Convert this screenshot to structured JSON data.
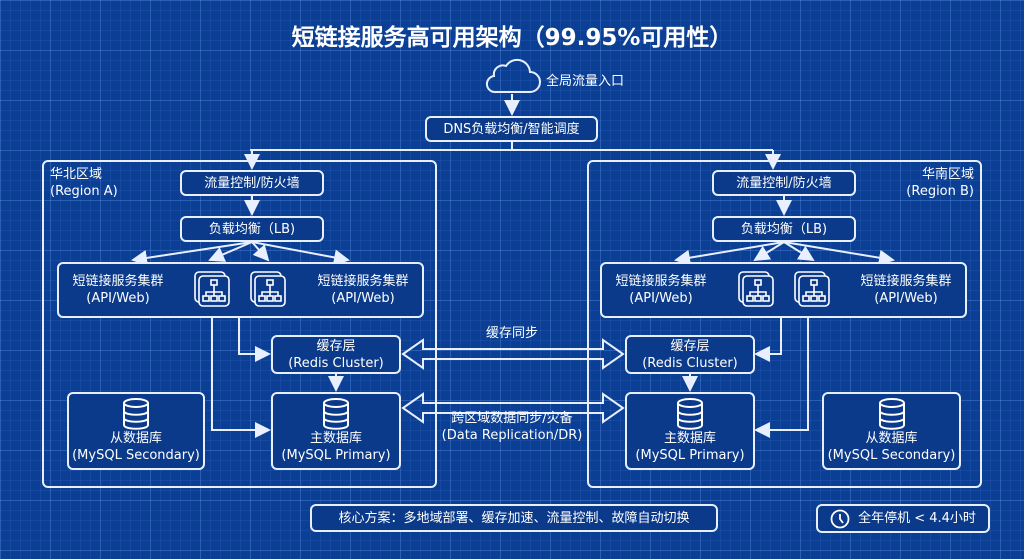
{
  "title": "短链接服务高可用架构（99.95%可用性）",
  "entry": {
    "label": "全局流量入口",
    "icon": "cloud-icon"
  },
  "dns": "DNS负载均衡/智能调度",
  "region_a": {
    "name": "华北区域",
    "sub": "(Region A)",
    "firewall": "流量控制/防火墙",
    "lb": "负载均衡（LB)",
    "cluster": [
      {
        "name": "短链接服务集群",
        "sub": "(API/Web)"
      },
      {
        "name": "短链接服务集群",
        "sub": "(API/Web)"
      }
    ],
    "cache": {
      "name": "缓存层",
      "sub": "(Redis Cluster)"
    },
    "primary": {
      "name": "主数据库",
      "sub": "(MySQL Primary)"
    },
    "secondary": {
      "name": "从数据库",
      "sub": "(MySQL Secondary)"
    }
  },
  "region_b": {
    "name": "华南区域",
    "sub": "(Region B)",
    "firewall": "流量控制/防火墙",
    "lb": "负载均衡（LB)",
    "cluster": [
      {
        "name": "短链接服务集群",
        "sub": "(API/Web)"
      },
      {
        "name": "短链接服务集群",
        "sub": "(API/Web)"
      }
    ],
    "cache": {
      "name": "缓存层",
      "sub": "(Redis Cluster)"
    },
    "primary": {
      "name": "主数据库",
      "sub": "(MySQL Primary)"
    },
    "secondary": {
      "name": "从数据库",
      "sub": "(MySQL Secondary)"
    }
  },
  "cache_sync": "缓存同步",
  "replication": {
    "name": "跨区域数据同步/灾备",
    "sub": "(Data Replication/DR)"
  },
  "core": "核心方案：多地域部署、缓存加速、流量控制、故障自动切换",
  "downtime": "全年停机 < 4.4小时",
  "colors": {
    "background": "#0b3f94",
    "box": "#0b3a8a",
    "line": "#e8f0ff"
  }
}
